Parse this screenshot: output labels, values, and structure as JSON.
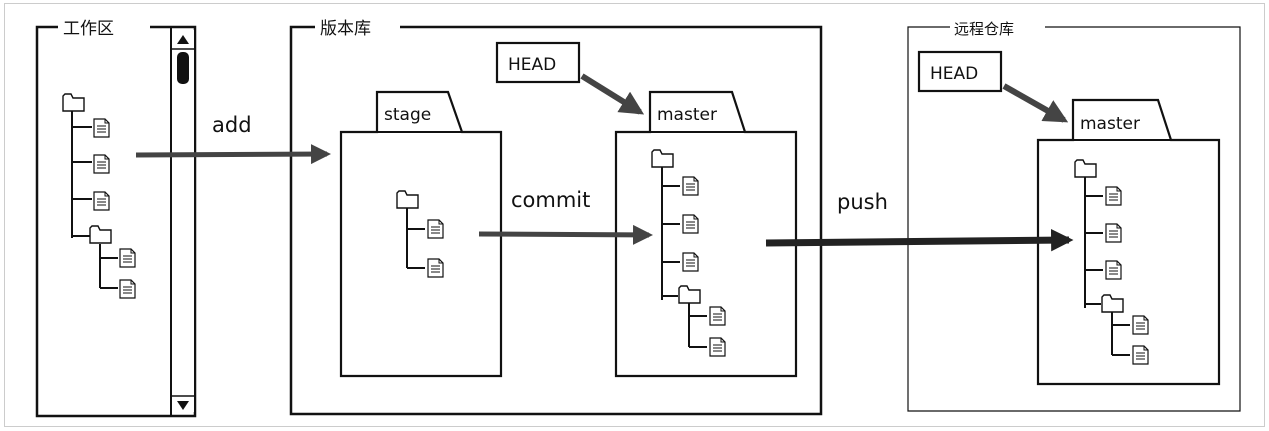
{
  "sections": {
    "workspace": "工作区",
    "repository": "版本库",
    "remote": "远程仓库"
  },
  "folders": {
    "stage": "stage",
    "master_local": "master",
    "master_remote": "master"
  },
  "pointers": {
    "head_local": "HEAD",
    "head_remote": "HEAD"
  },
  "actions": {
    "add": "add",
    "commit": "commit",
    "push": "push"
  },
  "colors": {
    "stroke": "#111111",
    "arrow": "#444444",
    "frame": "#cccccc"
  },
  "icons": [
    "folder-icon",
    "file-icon",
    "scroll-up-icon",
    "scroll-down-icon"
  ]
}
